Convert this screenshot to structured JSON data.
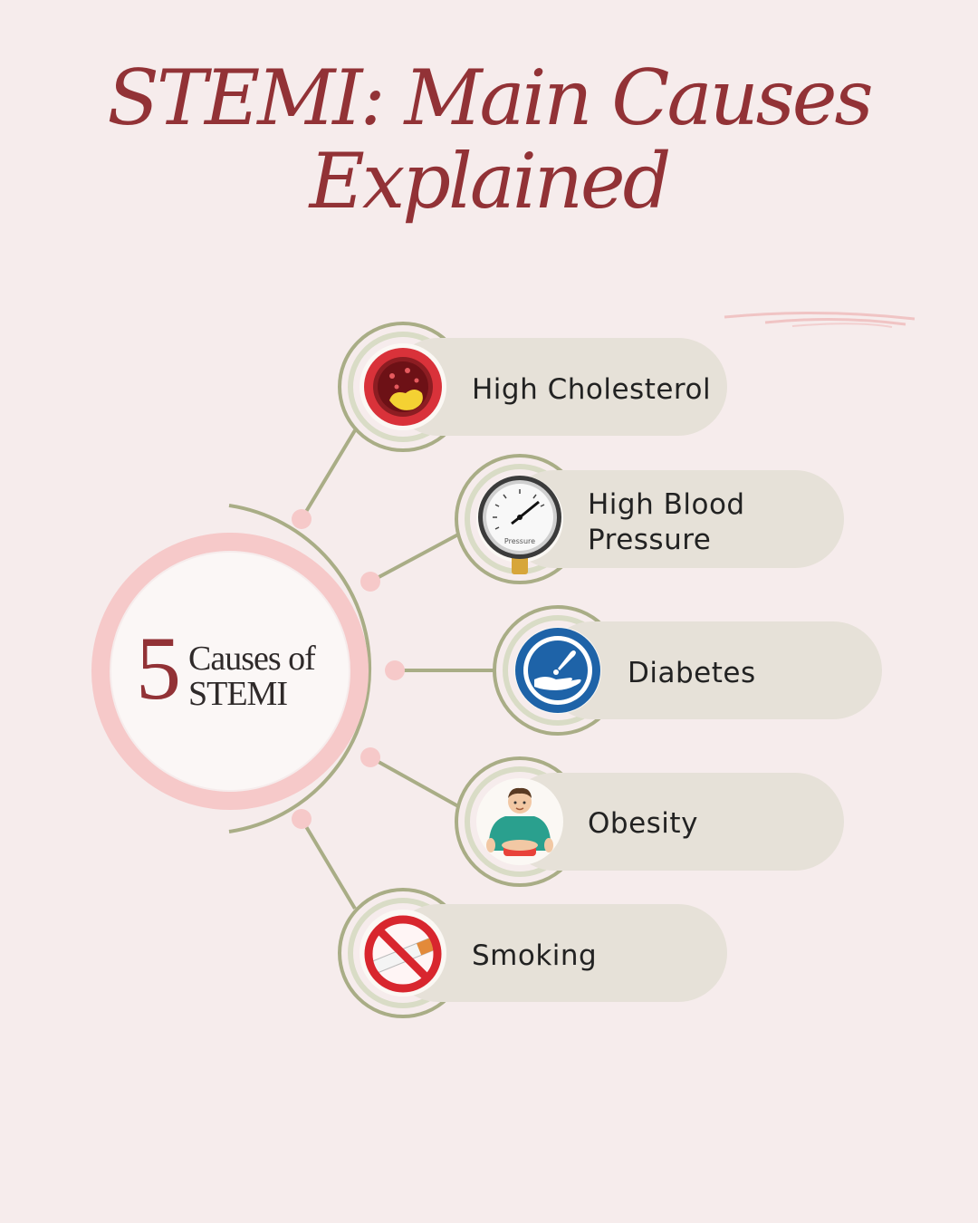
{
  "title": {
    "line1": "STEMI: Main Causes",
    "line2": "Explained"
  },
  "hub": {
    "number": "5",
    "label_line1": "Causes of",
    "label_line2": "STEMI"
  },
  "causes": [
    {
      "label_line1": "High Cholesterol",
      "label_line2": "",
      "icon": "artery-plaque-icon"
    },
    {
      "label_line1": "High Blood",
      "label_line2": "Pressure",
      "icon": "pressure-gauge-icon",
      "gauge_text": "Pressure"
    },
    {
      "label_line1": "Diabetes",
      "label_line2": "",
      "icon": "glucose-test-hand-icon"
    },
    {
      "label_line1": "Obesity",
      "label_line2": "",
      "icon": "overweight-person-icon"
    },
    {
      "label_line1": "Smoking",
      "label_line2": "",
      "icon": "no-smoking-icon"
    }
  ],
  "colors": {
    "background": "#f6ecec",
    "title": "#923236",
    "accent_pink": "#f6c9c9",
    "connector_green": "#a9ad86",
    "pill": "#e6e1d8"
  }
}
